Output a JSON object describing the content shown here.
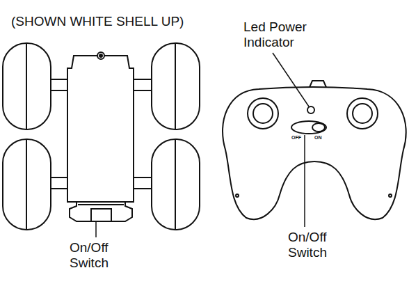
{
  "diagram": {
    "labels": [
      "(SHOWN WHITE SHELL UP)",
      "Led Power Indicator",
      "On/Off Switch",
      "On/Off Switch",
      "OFF",
      "ON"
    ]
  }
}
